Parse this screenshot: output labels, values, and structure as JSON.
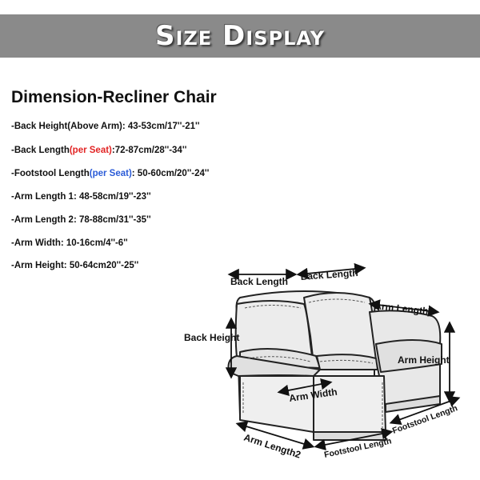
{
  "banner": {
    "title": "Size Display"
  },
  "heading": "Dimension-Recliner Chair",
  "specs": [
    {
      "pre": "-Back Height(Above Arm): 43-53cm/17''-21''",
      "hl": "",
      "post": ""
    },
    {
      "pre": "-Back Length",
      "hl": "(per Seat)",
      "post": ":72-87cm/28''-34''"
    },
    {
      "pre": "-Footstool Length",
      "hl": "(per Seat)",
      "post": ": 50-60cm/20''-24''"
    },
    {
      "pre": "-Arm Length 1: 48-58cm/19''-23''",
      "hl": "",
      "post": ""
    },
    {
      "pre": "-Arm Length 2: 78-88cm/31''-35''",
      "hl": "",
      "post": ""
    },
    {
      "pre": "-Arm Width: 10-16cm/4''-6''",
      "hl": "",
      "post": ""
    },
    {
      "pre": "-Arm Height: 50-64cm20''-25''",
      "hl": "",
      "post": ""
    }
  ],
  "diagram": {
    "back_length_1": "Back Length",
    "back_length_2": "Back Length",
    "arm_length_1": "Arm Length1",
    "back_height": "Back Height",
    "arm_height": "Arm Height",
    "arm_width": "Arm Width",
    "arm_length_2": "Arm Length2",
    "footstool_length_1": "Footstool Length",
    "footstool_length_2": "Footstool Length"
  },
  "colors": {
    "banner": "#8a8a8a",
    "red": "#e22424",
    "blue": "#2a5bd7"
  }
}
